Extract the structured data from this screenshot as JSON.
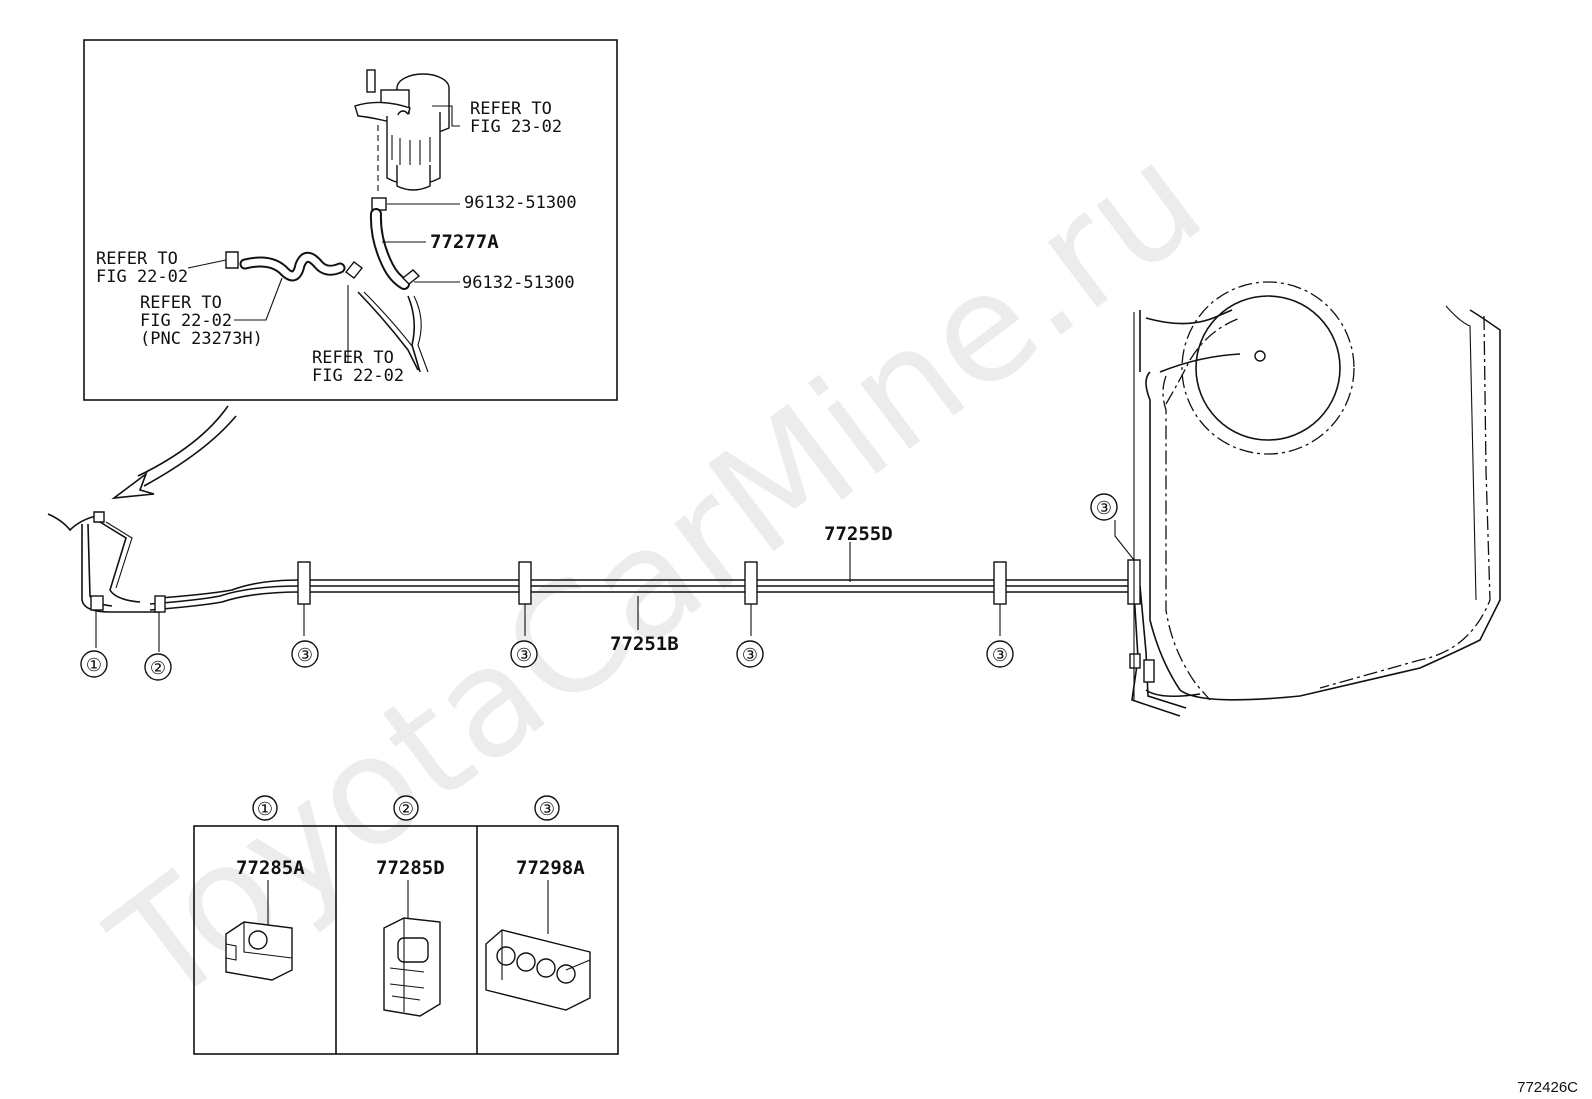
{
  "watermark": "ToyotaCarMine.ru",
  "figure_code": "772426C",
  "inset": {
    "refer_fig_23_02": [
      "REFER TO",
      "FIG 23-02"
    ],
    "clamp_top": "96132-51300",
    "hose": "77277A",
    "clamp_bottom": "96132-51300",
    "refer_left": [
      "REFER TO",
      "FIG 22-02"
    ],
    "refer_pnc": [
      "REFER TO",
      "FIG 22-02",
      "(PNC 23273H)"
    ],
    "refer_bottom": [
      "REFER TO",
      "FIG 22-02"
    ]
  },
  "main": {
    "tube_upper": "77255D",
    "tube_lower": "77251B",
    "callouts": [
      "①",
      "②",
      "③",
      "③",
      "③",
      "③",
      "③"
    ]
  },
  "legend": [
    {
      "num": "①",
      "part": "77285A"
    },
    {
      "num": "②",
      "part": "77285D"
    },
    {
      "num": "③",
      "part": "77298A"
    }
  ]
}
